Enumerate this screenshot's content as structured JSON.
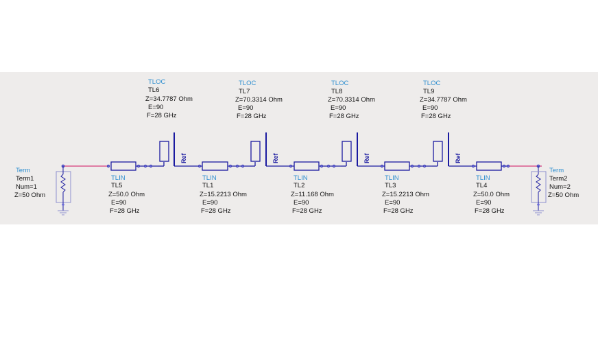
{
  "colors": {
    "background": "#ffffff",
    "band": "#eeeceb",
    "wire": "#1a1aa0",
    "port_wire": "#d63a7a",
    "type_label": "#2f8fd0",
    "text": "#111111",
    "ground": "#8f8fcf"
  },
  "ref_label": "Ref",
  "tlocs": [
    {
      "type": "TLOC",
      "name": "TL6",
      "z": "Z=34.7787 Ohm",
      "e": "E=90",
      "f": "F=28 GHz"
    },
    {
      "type": "TLOC",
      "name": "TL7",
      "z": "Z=70.3314 Ohm",
      "e": "E=90",
      "f": "F=28 GHz"
    },
    {
      "type": "TLOC",
      "name": "TL8",
      "z": "Z=70.3314 Ohm",
      "e": "E=90",
      "f": "F=28 GHz"
    },
    {
      "type": "TLOC",
      "name": "TL9",
      "z": "Z=34.7787 Ohm",
      "e": "E=90",
      "f": "F=28 GHz"
    }
  ],
  "tlins": [
    {
      "type": "TLIN",
      "name": "TL5",
      "z": "Z=50.0 Ohm",
      "e": "E=90",
      "f": "F=28 GHz"
    },
    {
      "type": "TLIN",
      "name": "TL1",
      "z": "Z=15.2213 Ohm",
      "e": "E=90",
      "f": "F=28 GHz"
    },
    {
      "type": "TLIN",
      "name": "TL2",
      "z": "Z=11.168 Ohm",
      "e": "E=90",
      "f": "F=28 GHz"
    },
    {
      "type": "TLIN",
      "name": "TL3",
      "z": "Z=15.2213 Ohm",
      "e": "E=90",
      "f": "F=28 GHz"
    },
    {
      "type": "TLIN",
      "name": "TL4",
      "z": "Z=50.0 Ohm",
      "e": "E=90",
      "f": "F=28 GHz"
    }
  ],
  "terms": [
    {
      "type": "Term",
      "name": "Term1",
      "num": "Num=1",
      "z": "Z=50 Ohm"
    },
    {
      "type": "Term",
      "name": "Term2",
      "num": "Num=2",
      "z": "Z=50 Ohm"
    }
  ]
}
